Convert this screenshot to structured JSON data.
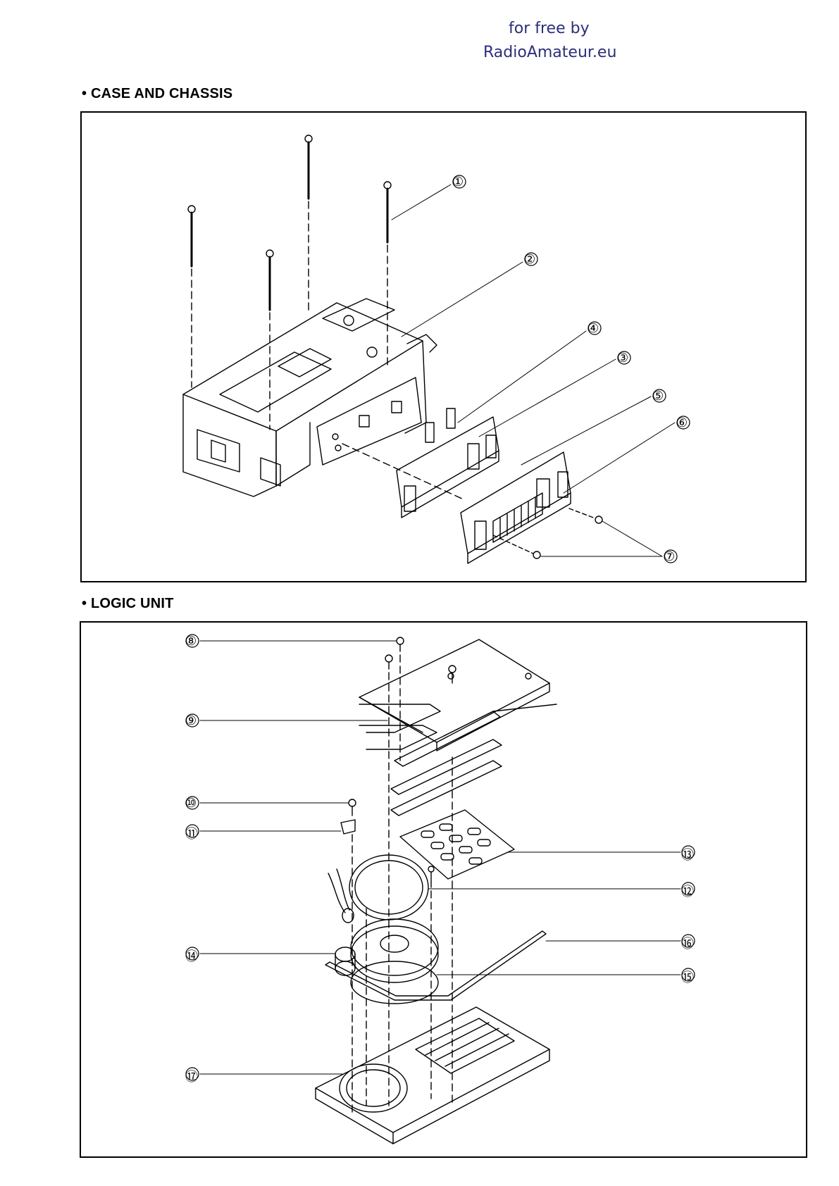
{
  "watermark": {
    "line1": "for free by",
    "line2": "RadioAmateur.eu"
  },
  "sections": [
    {
      "title": "• CASE AND CHASSIS",
      "callouts": [
        "①",
        "②",
        "③",
        "④",
        "⑤",
        "⑥",
        "⑦"
      ]
    },
    {
      "title": "• LOGIC UNIT",
      "callouts": [
        "⑧",
        "⑨",
        "⑩",
        "⑪",
        "⑫",
        "⑬",
        "⑭",
        "⑮",
        "⑯",
        "⑰"
      ]
    }
  ],
  "colors": {
    "ink": "#000000",
    "watermark": "#2a2f7a"
  }
}
